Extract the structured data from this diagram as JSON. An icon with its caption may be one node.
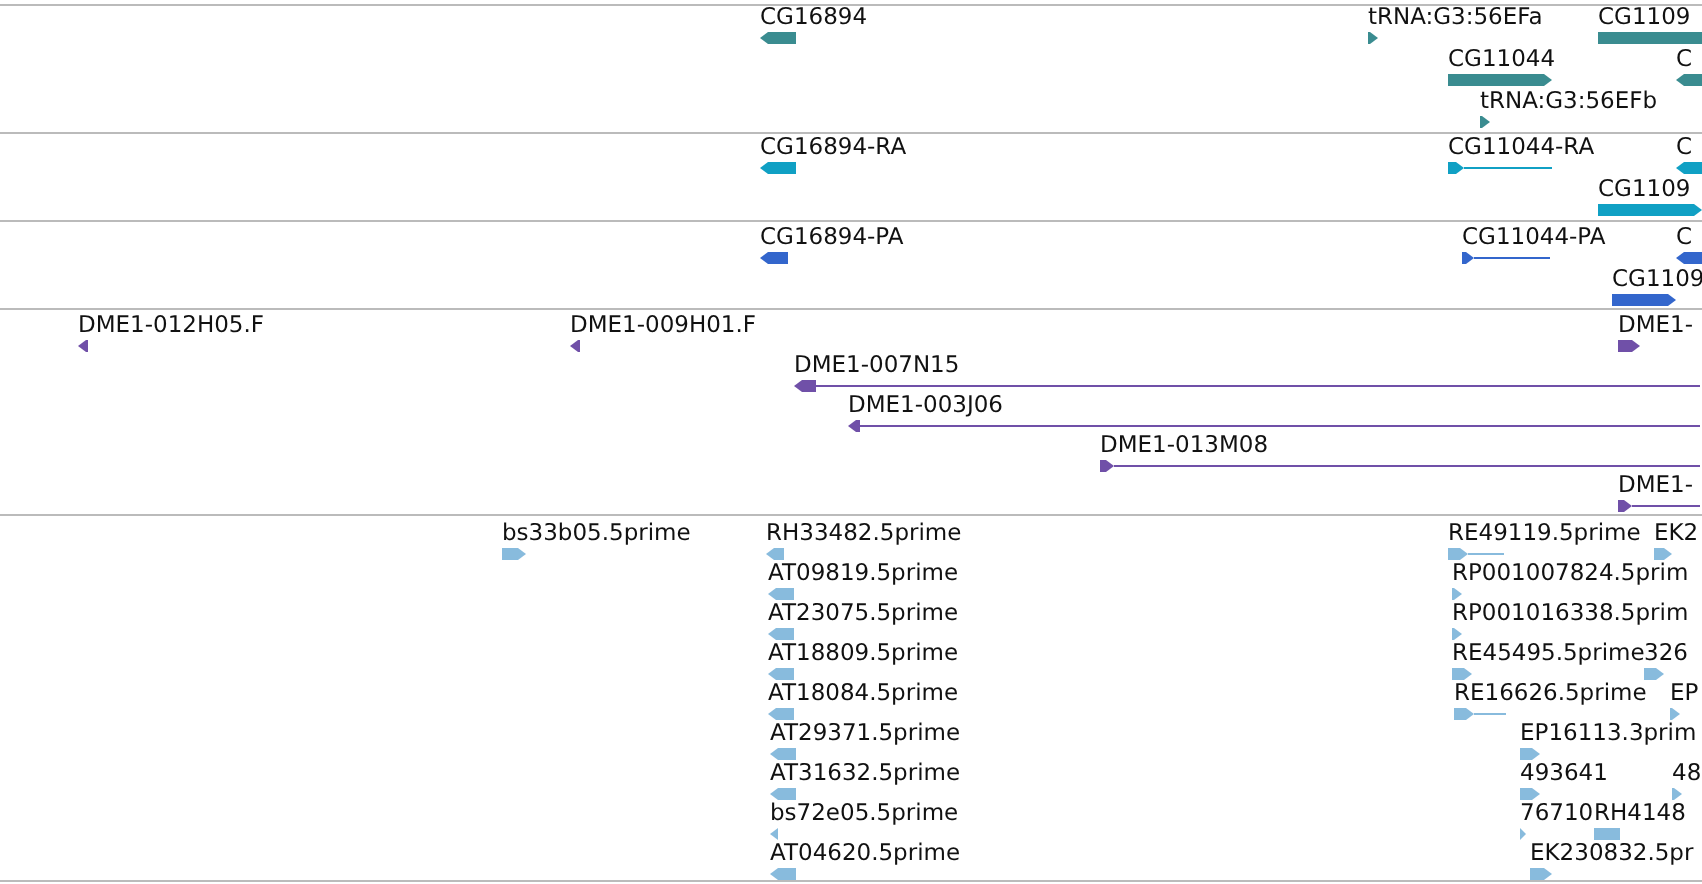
{
  "diagram": {
    "labels": [
      "CG16894",
      "tRNA:G3:56EFa",
      "CG1109",
      "CG11044",
      "C",
      "tRNA:G3:56EFb",
      "CG16894-RA",
      "CG11044-RA",
      "C",
      "CG1109",
      "CG16894-PA",
      "CG11044-PA",
      "C",
      "CG1109",
      "DME1-012H05.F",
      "DME1-009H01.F",
      "DME1-",
      "DME1-007N15",
      "DME1-003J06",
      "DME1-013M08",
      "DME1-",
      "bs33b05.5prime",
      "RH33482.5prime",
      "RE49119.5prime",
      "EK2",
      "AT09819.5prime",
      "RP001007824.5prim",
      "AT23075.5prime",
      "RP001016338.5prim",
      "AT18809.5prime",
      "RE45495.5prime",
      "326",
      "AT18084.5prime",
      "RE16626.5prime",
      "EP",
      "AT29371.5prime",
      "EP16113.3prim",
      "AT31632.5prime",
      "493641",
      "48",
      "bs72e05.5prime",
      "76710",
      "RH4148",
      "AT04620.5prime",
      "EK230832.5pr"
    ]
  }
}
